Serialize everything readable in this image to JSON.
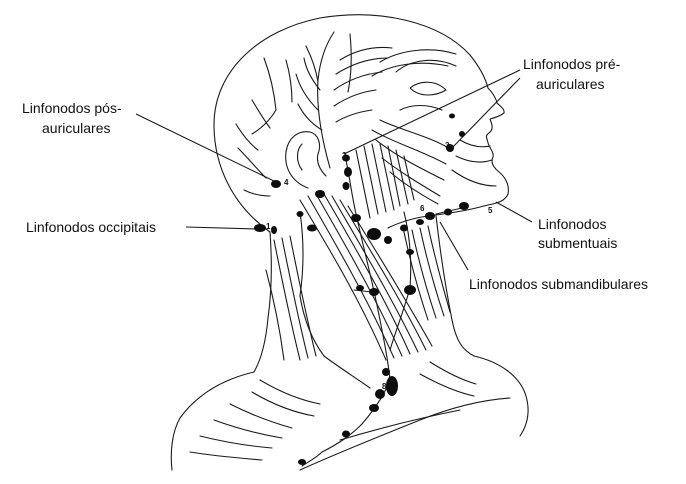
{
  "labels": {
    "pre_auriculares": {
      "line1": "Linfonodos pré-",
      "line2": "auriculares"
    },
    "pos_auriculares": {
      "line1": "Linfonodos pós-",
      "line2": "auriculares"
    },
    "occipitais": "Linfonodos occipitais",
    "submentuais": {
      "line1": "Linfonodos",
      "line2": "submentuais"
    },
    "submandibulares": "Linfonodos submandibulares"
  },
  "node_numbers": [
    "1",
    "2",
    "3",
    "4",
    "5",
    "6",
    "8"
  ],
  "colors": {
    "line": "#1a1a1a",
    "node": "#0d0d0d",
    "text": "#111111",
    "background": "#ffffff"
  }
}
